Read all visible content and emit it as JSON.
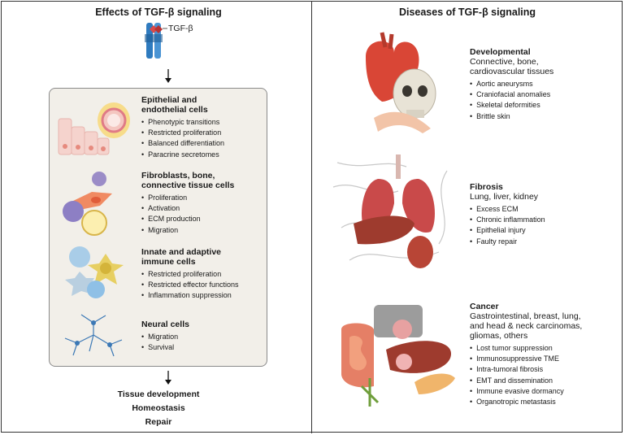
{
  "left": {
    "title": "Effects of TGF-β signaling",
    "ligand_label": "TGF-β",
    "sections": [
      {
        "title_lines": [
          "Epithelial and",
          "endothelial cells"
        ],
        "items": [
          "Phenotypic transitions",
          "Restricted proliferation",
          "Balanced differentiation",
          "Paracrine secretomes"
        ]
      },
      {
        "title_lines": [
          "Fibroblasts, bone,",
          "connective tissue cells"
        ],
        "items": [
          "Proliferation",
          "Activation",
          "ECM production",
          "Migration"
        ]
      },
      {
        "title_lines": [
          "Innate and adaptive",
          "immune cells"
        ],
        "items": [
          "Restricted proliferation",
          "Restricted effector functions",
          "Inflammation suppression"
        ]
      },
      {
        "title_lines": [
          "Neural cells"
        ],
        "items": [
          "Migration",
          "Survival"
        ]
      }
    ],
    "outcomes": [
      "Tissue development",
      "Homeostasis",
      "Repair"
    ]
  },
  "right": {
    "title": "Diseases of TGF-β signaling",
    "sections": [
      {
        "title": "Developmental",
        "subtitle_lines": [
          "Connective, bone,",
          "cardiovascular tissues"
        ],
        "items": [
          "Aortic aneurysms",
          "Craniofacial anomalies",
          "Skeletal deformities",
          "Brittle skin"
        ]
      },
      {
        "title": "Fibrosis",
        "subtitle_lines": [
          "Lung, liver, kidney"
        ],
        "items": [
          "Excess ECM",
          "Chronic inflammation",
          "Epithelial injury",
          "Faulty repair"
        ]
      },
      {
        "title": "Cancer",
        "subtitle_lines": [
          "Gastrointestinal, breast, lung,",
          "and head & neck carcinomas,",
          "gliomas, others"
        ],
        "items": [
          "Lost tumor suppression",
          "Immunosuppressive TME",
          "Intra-tumoral fibrosis",
          "EMT and dissemination",
          "Immune evasive dormancy",
          "Organotropic metastasis"
        ]
      }
    ]
  }
}
